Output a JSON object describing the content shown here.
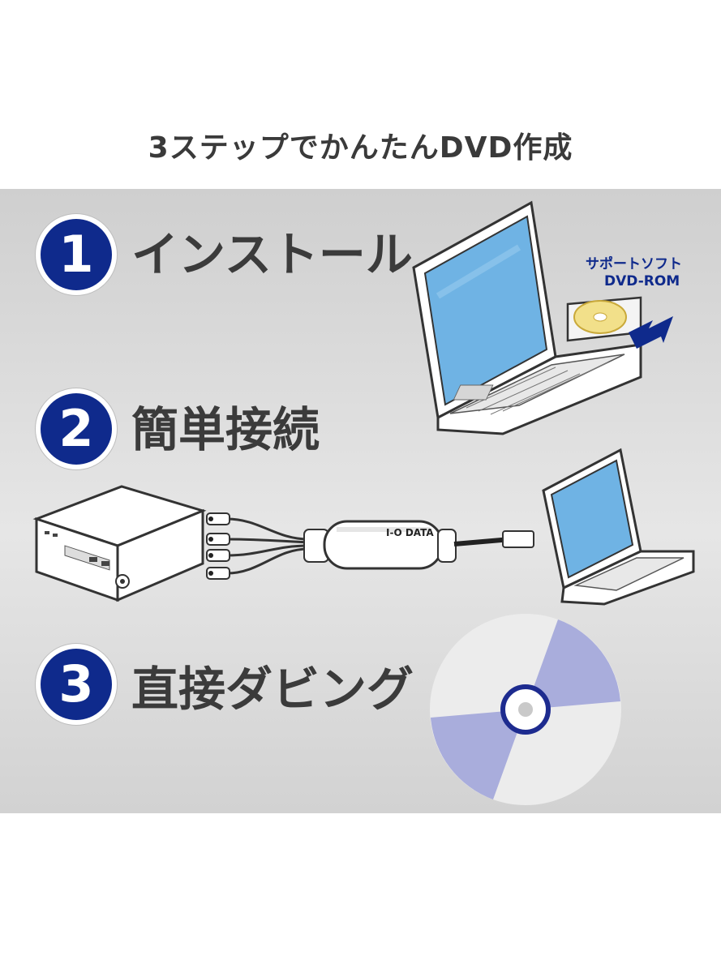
{
  "headline": "3ステップでかんたんDVD作成",
  "steps": [
    {
      "number": "1",
      "label": "インストール"
    },
    {
      "number": "2",
      "label": "簡単接続"
    },
    {
      "number": "3",
      "label": "直接ダビング"
    }
  ],
  "disc_callout": {
    "line1": "サポートソフト",
    "line2": "DVD-ROM"
  },
  "device_brand": "I-O DATA",
  "colors": {
    "badge": "#0f2a8c",
    "screen": "#6fb3e4",
    "disc_accent": "#a9addc",
    "panel": "#dcdcdc"
  }
}
